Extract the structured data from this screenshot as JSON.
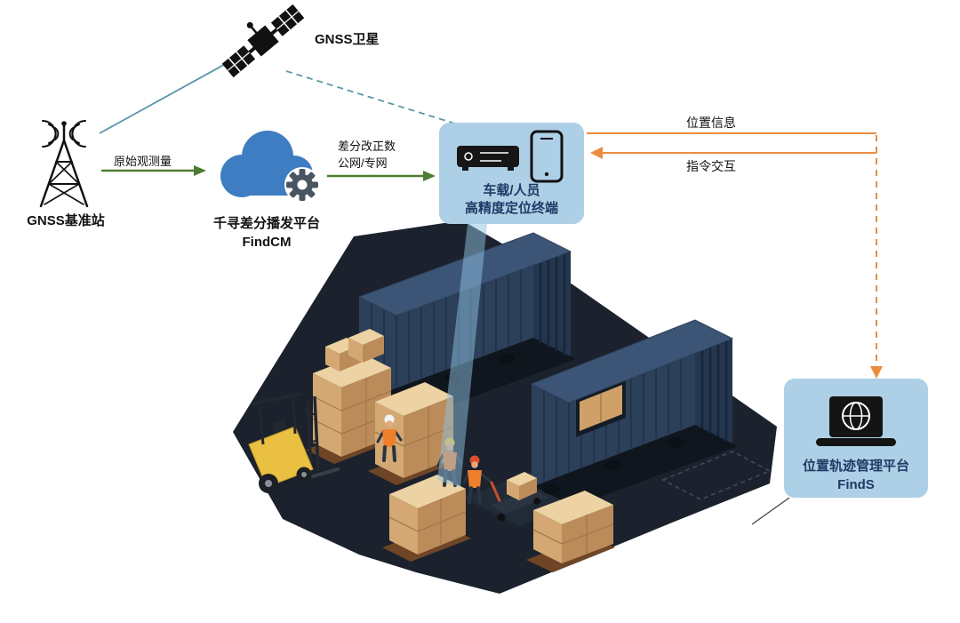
{
  "diagram": {
    "satellite": {
      "label": "GNSS卫星"
    },
    "base_station": {
      "label": "GNSS基准站"
    },
    "cloud_platform": {
      "line1": "千寻差分播发平台",
      "line2": "FindCM"
    },
    "flow_raw": {
      "label": "原始观测量"
    },
    "flow_correction": {
      "line1": "差分改正数",
      "line2": "公网/专网"
    },
    "terminal": {
      "line1": "车载/人员",
      "line2": "高精度定位终端"
    },
    "link_position": {
      "label": "位置信息"
    },
    "link_command": {
      "label": "指令交互"
    },
    "management_platform": {
      "line1": "位置轨迹管理平台",
      "line2": "FindS"
    },
    "colors": {
      "panel_blue": "#aed0e6",
      "navy_text": "#1e3a66",
      "green_arrow": "#4e7c31",
      "teal_line": "#5897a6",
      "orange_arrow": "#ec8c3e",
      "cloud_blue": "#3e7dc2"
    }
  }
}
